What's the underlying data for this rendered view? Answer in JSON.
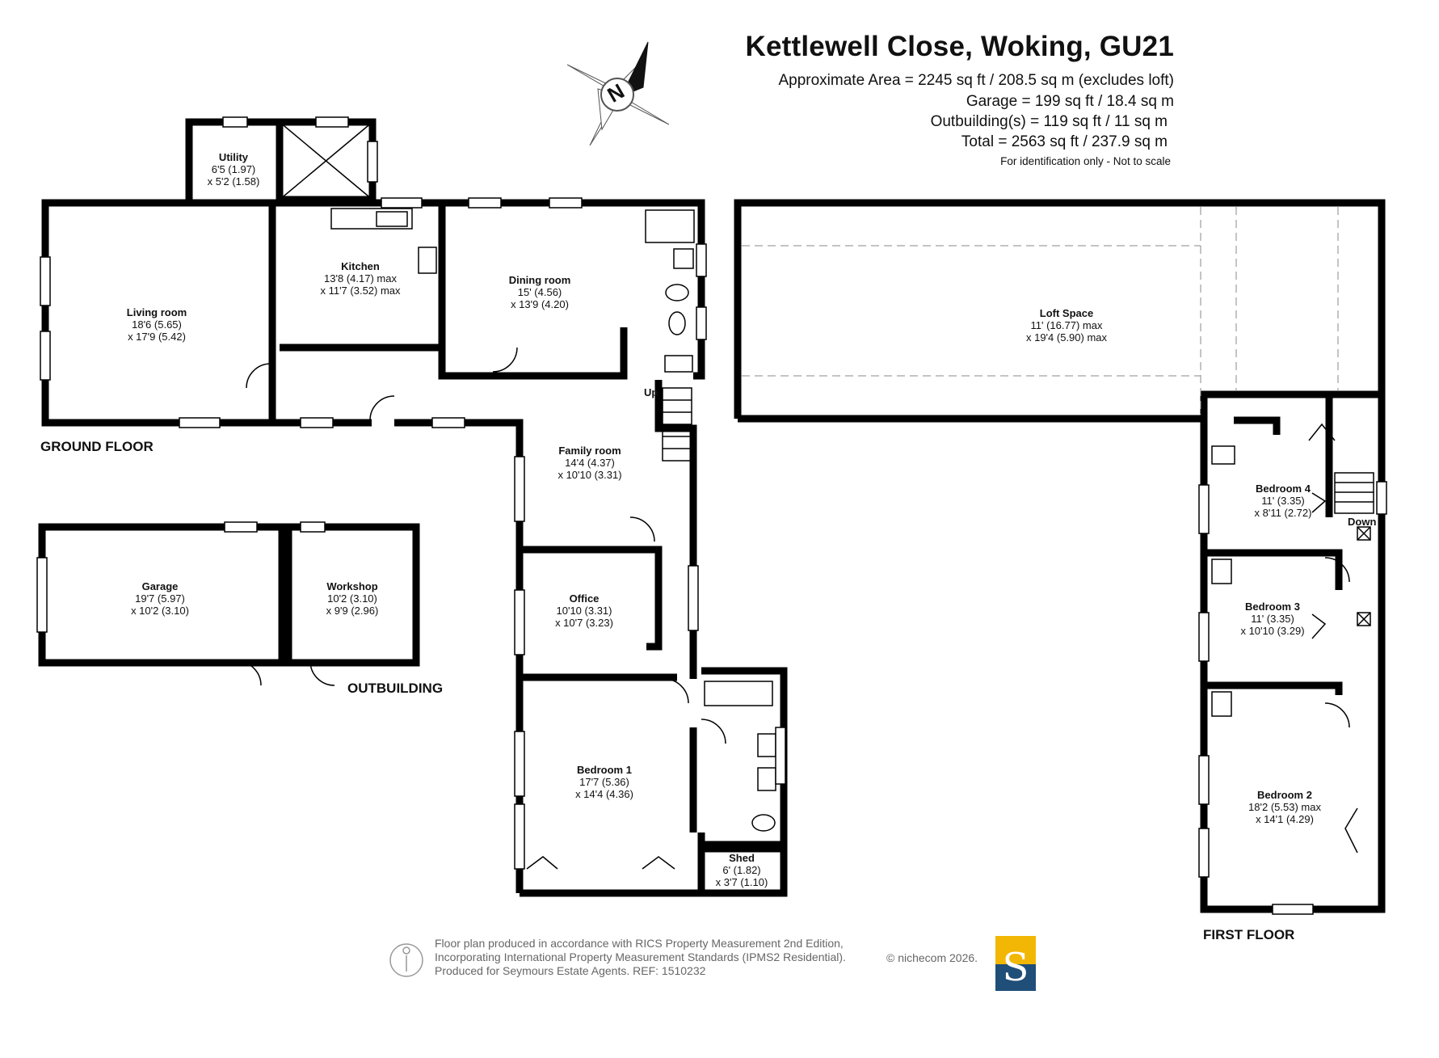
{
  "header": {
    "title": "Kettlewell Close, Woking, GU21",
    "area_lines": [
      "Approximate Area = 2245 sq ft / 208.5 sq m (excludes loft)",
      "Garage = 199 sq ft / 18.4 sq m",
      "Outbuilding(s) = 119 sq ft / 11 sq m",
      "Total = 2563 sq ft / 237.9 sq m"
    ],
    "note": "For identification only - Not to scale"
  },
  "compass": {
    "label": "N"
  },
  "floor_labels": {
    "ground": "GROUND FLOOR",
    "first": "FIRST FLOOR",
    "outbuilding": "OUTBUILDING"
  },
  "rooms": {
    "utility": {
      "name": "Utility",
      "dims": [
        "6'5 (1.97)",
        "x 5'2 (1.58)"
      ]
    },
    "kitchen": {
      "name": "Kitchen",
      "dims": [
        "13'8 (4.17) max",
        "x 11'7 (3.52) max"
      ]
    },
    "living": {
      "name": "Living room",
      "dims": [
        "18'6 (5.65)",
        "x 17'9 (5.42)"
      ]
    },
    "dining": {
      "name": "Dining room",
      "dims": [
        "15' (4.56)",
        "x 13'9 (4.20)"
      ]
    },
    "family": {
      "name": "Family room",
      "dims": [
        "14'4 (4.37)",
        "x 10'10 (3.31)"
      ]
    },
    "office": {
      "name": "Office",
      "dims": [
        "10'10 (3.31)",
        "x 10'7 (3.23)"
      ]
    },
    "bedroom1": {
      "name": "Bedroom 1",
      "dims": [
        "17'7 (5.36)",
        "x 14'4 (4.36)"
      ]
    },
    "shed": {
      "name": "Shed",
      "dims": [
        "6' (1.82)",
        "x 3'7 (1.10)"
      ]
    },
    "garage": {
      "name": "Garage",
      "dims": [
        "19'7 (5.97)",
        "x 10'2 (3.10)"
      ]
    },
    "workshop": {
      "name": "Workshop",
      "dims": [
        "10'2 (3.10)",
        "x 9'9 (2.96)"
      ]
    },
    "loft": {
      "name": "Loft Space",
      "dims": [
        "11' (16.77) max",
        "x 19'4 (5.90) max"
      ]
    },
    "bedroom4": {
      "name": "Bedroom 4",
      "dims": [
        "11' (3.35)",
        "x 8'11 (2.72)"
      ]
    },
    "bedroom3": {
      "name": "Bedroom 3",
      "dims": [
        "11' (3.35)",
        "x 10'10 (3.29)"
      ]
    },
    "bedroom2": {
      "name": "Bedroom 2",
      "dims": [
        "18'2 (5.53) max",
        "x 14'1 (4.29)"
      ]
    }
  },
  "stairs": {
    "up": "Up",
    "down": "Down"
  },
  "footer": {
    "lines": [
      "Floor plan produced in accordance with RICS Property Measurement 2nd Edition,",
      "Incorporating International Property Measurement Standards (IPMS2 Residential).",
      "Produced for Seymours Estate Agents.   REF: 1510232"
    ],
    "credit": "© nichecom 2026.",
    "logo_letter": "S"
  },
  "colors": {
    "wall": "#000000",
    "logo_blue": "#1f4e79",
    "logo_gold": "#f2b705",
    "footer_text": "#666666"
  }
}
